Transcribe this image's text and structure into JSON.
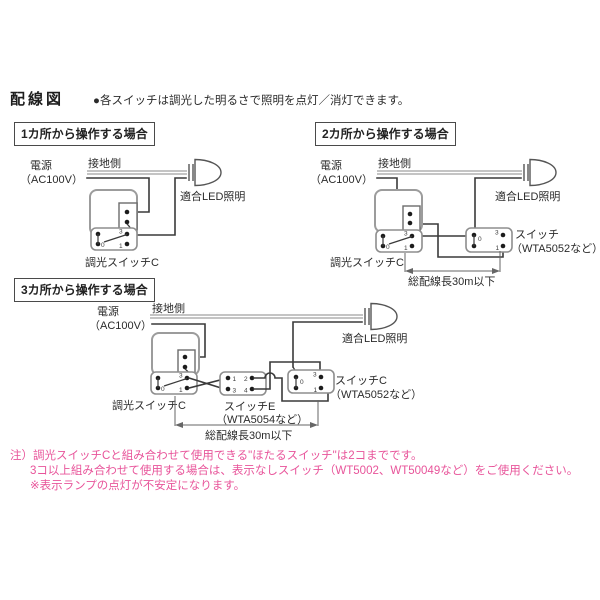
{
  "header": {
    "title": "配線図",
    "note": "●各スイッチは調光した明るさで照明を点灯／消灯できます。"
  },
  "terminals": {
    "n0": "0",
    "n1": "1",
    "n2": "2",
    "n3": "3",
    "n4": "4"
  },
  "sections": {
    "one": {
      "heading": "1カ所から操作する場合",
      "power": "電源",
      "voltage": "（AC100V）",
      "ground": "接地側",
      "lamp": "適合LED照明",
      "dimmer": "調光スイッチC"
    },
    "two": {
      "heading": "2カ所から操作する場合",
      "power": "電源",
      "voltage": "（AC100V）",
      "ground": "接地側",
      "lamp": "適合LED照明",
      "dimmer": "調光スイッチC",
      "switch_name": "スイッチ",
      "switch_model": "（WTA5052など）",
      "length_note": "総配線長30m以下"
    },
    "three": {
      "heading": "3カ所から操作する場合",
      "power": "電源",
      "voltage": "（AC100V）",
      "ground": "接地側",
      "lamp": "適合LED照明",
      "dimmer": "調光スイッチC",
      "switch_e_name": "スイッチE",
      "switch_e_model": "（WTA5054など）",
      "switch_c_name": "スイッチC",
      "switch_c_model": "（WTA5052など）",
      "length_note": "総配線長30m以下"
    }
  },
  "footnotes": {
    "line1": "注）調光スイッチCと組み合わせて使用できる\"ほたるスイッチ\"は2コまでです。",
    "line2": "3コ以上組み合わせて使用する場合は、表示なしスイッチ（WT5002、WT50049など）をご使用ください。",
    "line3": "※表示ランプの点灯が不安定になります。"
  },
  "colors": {
    "note_pink": "#e8549a",
    "wire": "#3a3a3a",
    "neutral_gray": "#b0b0b0"
  }
}
